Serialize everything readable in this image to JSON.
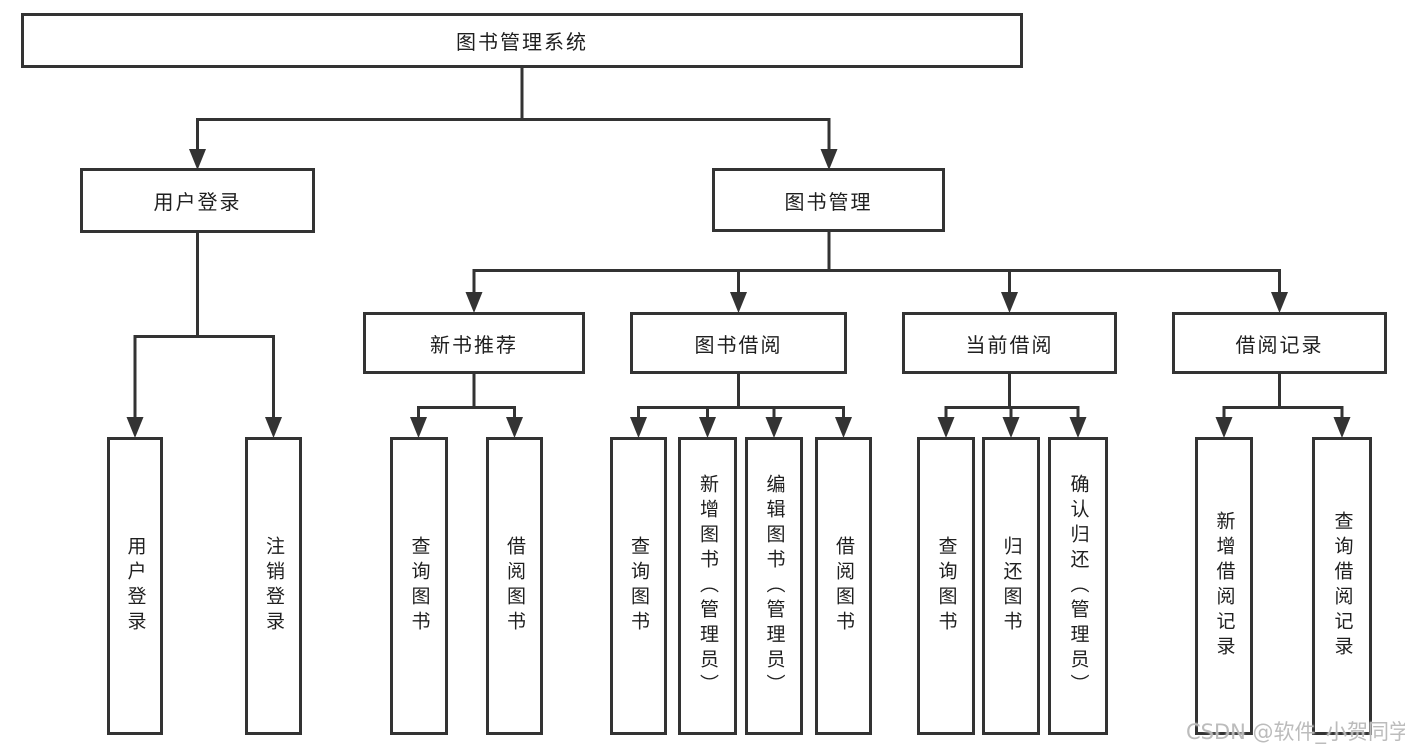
{
  "tree": {
    "root": {
      "label": "图书管理系统",
      "children": [
        {
          "label": "用户登录",
          "children": [
            {
              "label": "用户登录"
            },
            {
              "label": "注销登录"
            }
          ]
        },
        {
          "label": "图书管理",
          "children": [
            {
              "label": "新书推荐",
              "children": [
                {
                  "label": "查询图书"
                },
                {
                  "label": "借阅图书"
                }
              ]
            },
            {
              "label": "图书借阅",
              "children": [
                {
                  "label": "查询图书"
                },
                {
                  "label": "新增图书（管理员）"
                },
                {
                  "label": "编辑图书（管理员）"
                },
                {
                  "label": "借阅图书"
                }
              ]
            },
            {
              "label": "当前借阅",
              "children": [
                {
                  "label": "查询图书"
                },
                {
                  "label": "归还图书"
                },
                {
                  "label": "确认归还（管理员）"
                }
              ]
            },
            {
              "label": "借阅记录",
              "children": [
                {
                  "label": "新增借阅记录"
                },
                {
                  "label": "查询借阅记录"
                }
              ]
            }
          ]
        }
      ]
    }
  },
  "watermark": {
    "text": "CSDN @软件_小贺同学"
  },
  "colors": {
    "line": "#333333",
    "box_border": "#333333",
    "box_fill": "#ffffff",
    "text": "#1f1f1f",
    "watermark": "#b8b8b8"
  }
}
